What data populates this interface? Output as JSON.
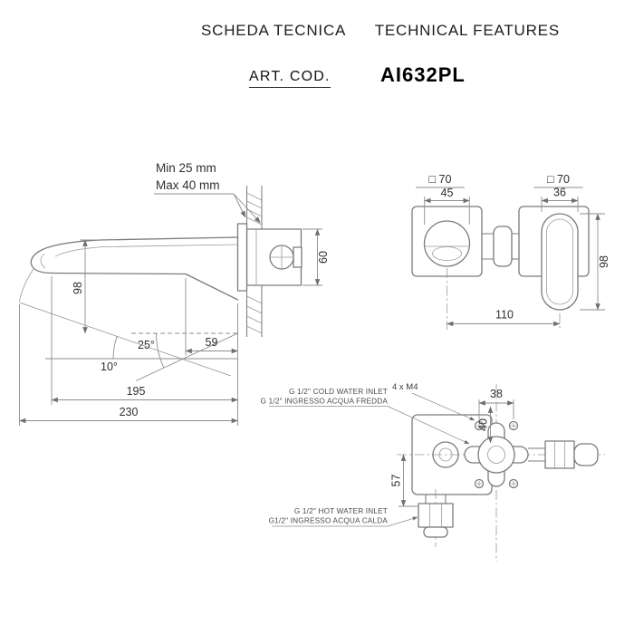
{
  "header": {
    "title_left": "SCHEDA TECNICA",
    "title_right": "TECHNICAL FEATURES",
    "art_label": "ART. COD.",
    "art_code": "AI632PL"
  },
  "side_view": {
    "min_wall": "Min 25 mm",
    "max_wall": "Max 40 mm",
    "plate_height": "60",
    "height_98": "98",
    "angle_25": "25°",
    "dim_59": "59",
    "angle_10": "10°",
    "dim_195": "195",
    "dim_230": "230"
  },
  "front_view": {
    "square_left_label": "□ 70",
    "square_right_label": "□ 70",
    "dim_45": "45",
    "dim_36": "36",
    "dim_110": "110",
    "dim_98": "98"
  },
  "rear_view": {
    "cold_inlet_en": "G 1/2\" COLD WATER INLET",
    "cold_inlet_it": "G 1/2\" INGRESSO ACQUA FREDDA",
    "screws_label": "4 x M4",
    "dim_38": "38",
    "dim_40": "40",
    "dim_57": "57",
    "hot_inlet_en": "G 1/2\" HOT WATER INLET",
    "hot_inlet_it": "G1/2\" INGRESSO ACQUA CALDA"
  },
  "colors": {
    "object_line": "#7b7b7b",
    "dimension_line": "#8d8d8d",
    "text": "#2f2f2f"
  }
}
